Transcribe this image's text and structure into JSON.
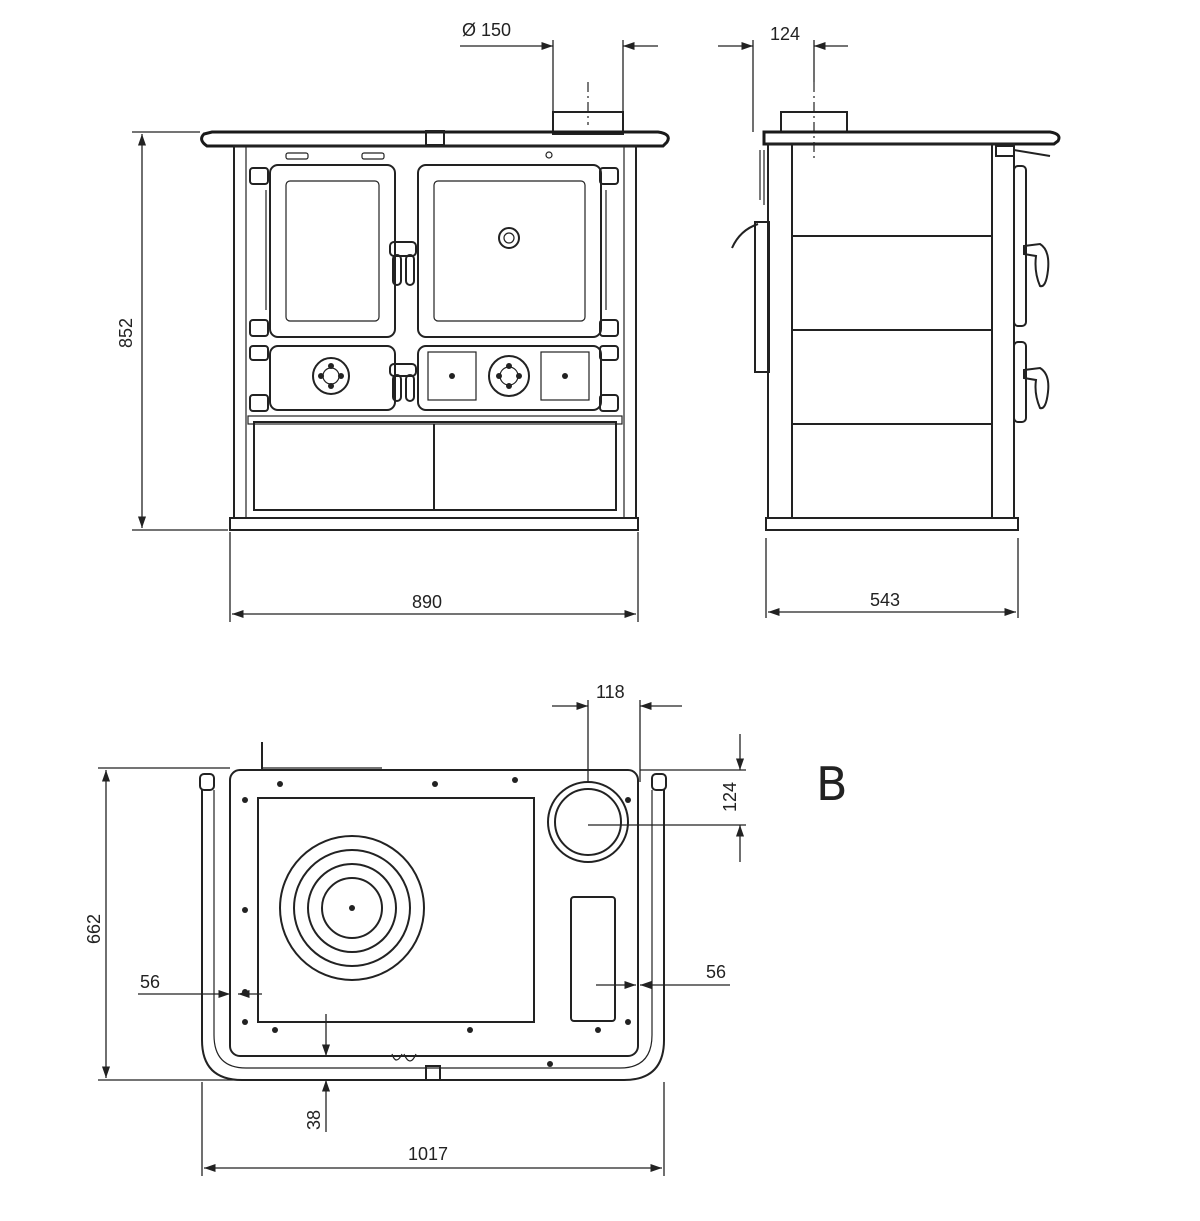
{
  "diagram": {
    "front_view": {
      "height_label": "852",
      "width_label": "890",
      "flue_label": "Ø 150"
    },
    "side_view": {
      "depth_label": "543",
      "flue_offset_label": "124"
    },
    "top_view": {
      "view_letter": "B",
      "flue_diameter_label": "118",
      "flue_offset_label": "124",
      "depth_label": "662",
      "left_margin_label": "56",
      "right_margin_label": "56",
      "front_margin_label": "38",
      "overall_width_label": "1017"
    }
  }
}
